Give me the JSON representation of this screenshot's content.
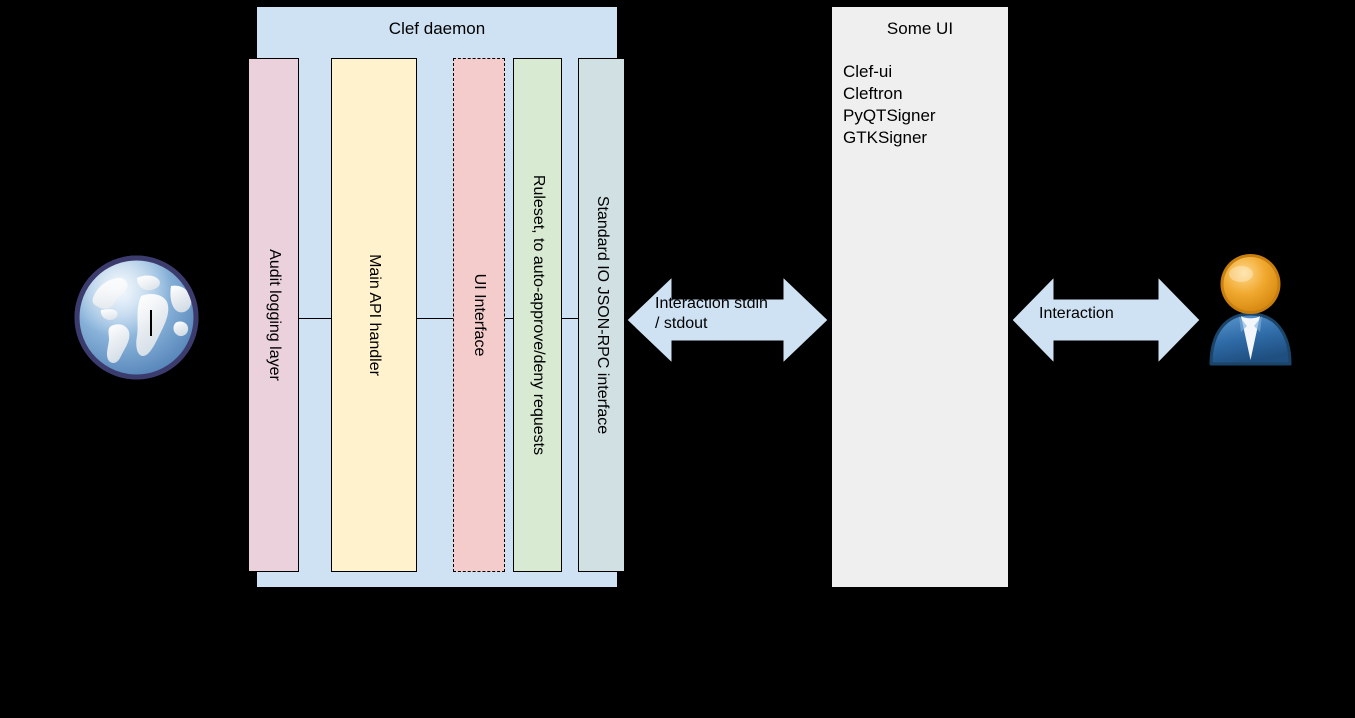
{
  "diagram": {
    "daemon": {
      "title": "Clef daemon",
      "columns": [
        {
          "label": "Audit logging layer",
          "color": "#ead1dc",
          "border": "solid"
        },
        {
          "label": "Main API handler",
          "color": "#fff2cc",
          "border": "solid"
        },
        {
          "label": "UI Interface",
          "color": "#f4cccc",
          "border": "dashed"
        },
        {
          "label": "Ruleset, to auto-approve/deny requests",
          "color": "#d9ead3",
          "border": "solid"
        },
        {
          "label": "Standard IO JSON-RPC interface",
          "color": "#d0e0e3",
          "border": "solid"
        }
      ],
      "background": "#cfe2f3"
    },
    "some_ui": {
      "title": "Some UI",
      "background": "#efefef",
      "items": [
        "Clef-ui",
        "Cleftron",
        "PyQTSigner",
        "GTKSigner"
      ]
    },
    "arrows": [
      {
        "name": "stdio-arrow",
        "label": "Interaction stdin\n/ stdout",
        "color": "#cfe2f3"
      },
      {
        "name": "interaction-arrow",
        "label": "Interaction",
        "color": "#cfe2f3"
      }
    ],
    "icons": [
      {
        "name": "globe-icon",
        "description": "internet globe"
      },
      {
        "name": "user-icon",
        "description": "person / end user"
      }
    ],
    "colors": {
      "page_background": "#000000",
      "daemon_fill": "#cfe2f3",
      "someui_fill": "#efefef",
      "arrow_fill": "#cfe2f3",
      "stroke": "#000000"
    }
  }
}
